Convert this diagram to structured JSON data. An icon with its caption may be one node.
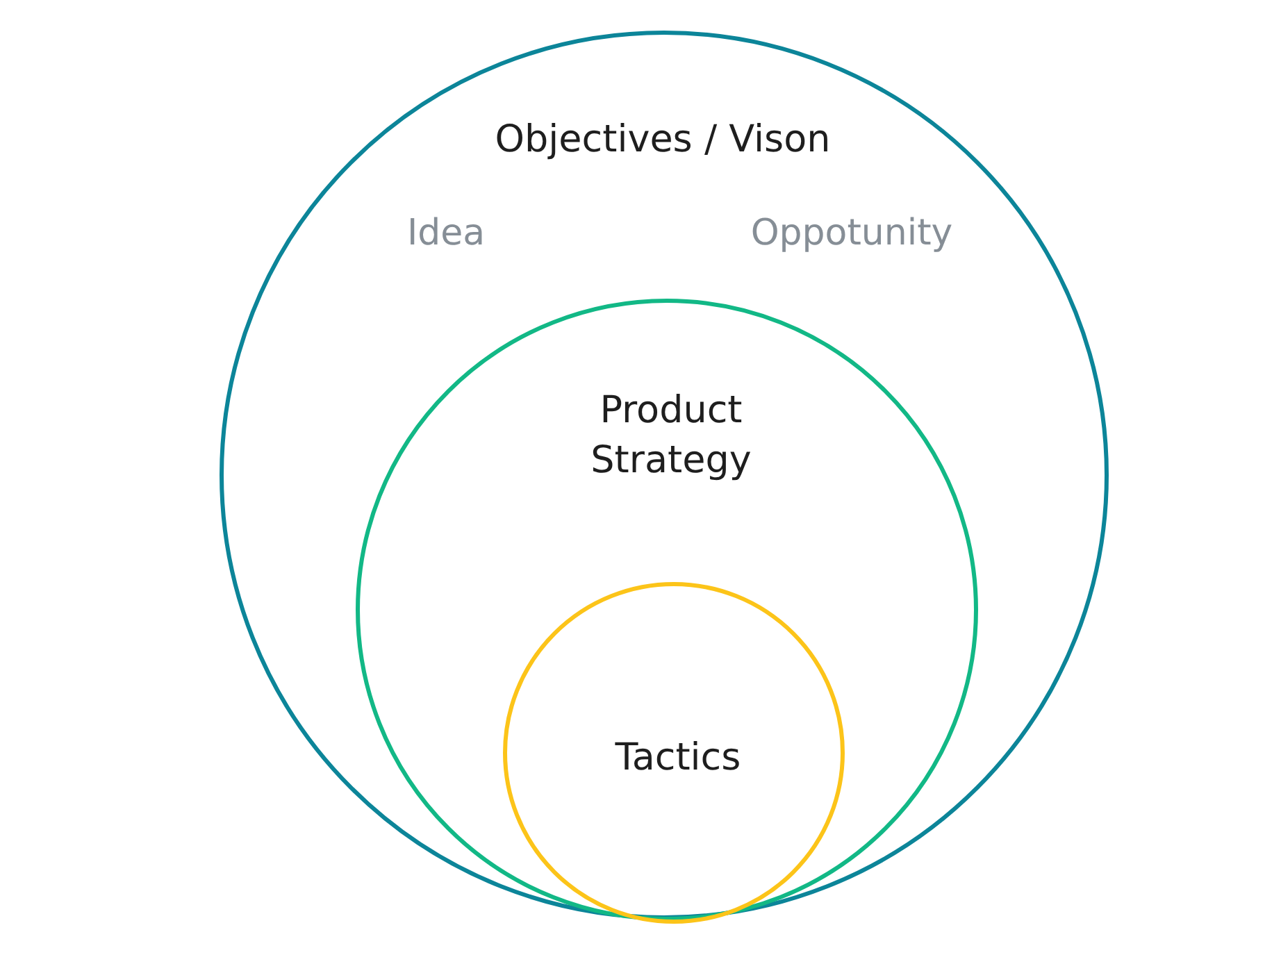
{
  "diagram": {
    "nodes": [
      {
        "text": [
          "Objectives / Vison",
          "Idea",
          "Oppotunity"
        ]
      },
      {
        "text": [
          "Product Strategy"
        ],
        "in": 0
      },
      {
        "text": [
          "Tactics"
        ],
        "in": 1
      }
    ],
    "edges": []
  }
}
